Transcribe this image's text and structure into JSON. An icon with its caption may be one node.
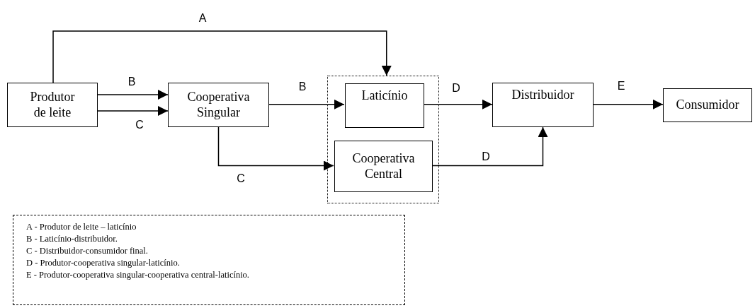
{
  "diagram": {
    "nodes": [
      {
        "text": [
          "Produtor de leite"
        ]
      },
      {
        "text": [
          "Cooperativa Singular"
        ]
      },
      {
        "text": [],
        "shape": "box"
      },
      {
        "text": [
          "Laticínio"
        ],
        "in": 2
      },
      {
        "text": [
          "Cooperativa Central"
        ],
        "in": 2
      },
      {
        "text": [
          "Distribuidor"
        ]
      },
      {
        "text": [
          "Consumidor"
        ]
      },
      {
        "text": [
          "A - Produtor de leite – laticínio",
          "B - Laticínio-distribuidor.",
          "C - Distribuidor-consumidor final.",
          "D - Produtor-cooperativa singular-laticínio.",
          "E - Produtor-cooperativa singular-cooperativa central-laticínio."
        ]
      }
    ],
    "edges": [
      {
        "from": 0,
        "to": 2,
        "arrow": "to",
        "label": "A"
      },
      {
        "from": 0,
        "to": 1,
        "arrow": "to",
        "label": "B"
      },
      {
        "from": 0,
        "to": 1,
        "arrow": "to",
        "label": "C"
      },
      {
        "from": 1,
        "to": 3,
        "arrow": "to",
        "label": "B"
      },
      {
        "from": 1,
        "to": 4,
        "arrow": "to",
        "label": "C"
      },
      {
        "from": 3,
        "to": 5,
        "arrow": "to",
        "label": "D"
      },
      {
        "from": 4,
        "to": 5,
        "arrow": "to",
        "label": "D"
      },
      {
        "from": 5,
        "to": 6,
        "arrow": "to",
        "label": "E"
      }
    ]
  }
}
